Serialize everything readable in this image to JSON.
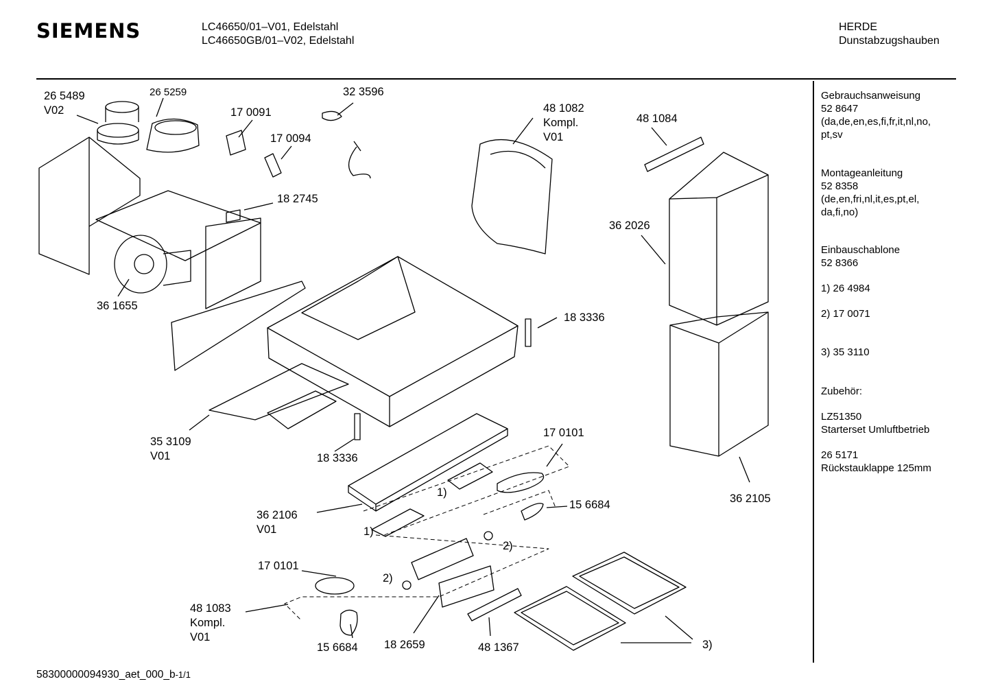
{
  "header": {
    "brand": "SIEMENS",
    "models": [
      "LC46650/01–V01, Edelstahl",
      "LC46650GB/01–V02,  Edelstahl"
    ],
    "category": [
      "HERDE",
      "Dunstabzugshauben"
    ]
  },
  "parts": [
    {
      "lines": [
        "26 5489",
        "V02"
      ]
    },
    {
      "lines": [
        "26 5259"
      ]
    },
    {
      "lines": [
        "32 3596"
      ]
    },
    {
      "lines": [
        "17 0091"
      ]
    },
    {
      "lines": [
        "17 0094"
      ]
    },
    {
      "lines": [
        "48 1082",
        "Kompl.",
        "V01"
      ]
    },
    {
      "lines": [
        "48 1084"
      ]
    },
    {
      "lines": [
        "18 2745"
      ]
    },
    {
      "lines": [
        "36 2026"
      ]
    },
    {
      "lines": [
        "36 1655"
      ]
    },
    {
      "lines": [
        "18 3336"
      ]
    },
    {
      "lines": [
        "35 3109",
        "V01"
      ]
    },
    {
      "lines": [
        "18 3336"
      ]
    },
    {
      "lines": [
        "17 0101"
      ]
    },
    {
      "lines": [
        "1)"
      ]
    },
    {
      "lines": [
        "36 2106",
        "V01"
      ]
    },
    {
      "lines": [
        "15 6684"
      ]
    },
    {
      "lines": [
        "36 2105"
      ]
    },
    {
      "lines": [
        "1)"
      ]
    },
    {
      "lines": [
        "2)"
      ]
    },
    {
      "lines": [
        "17 0101"
      ]
    },
    {
      "lines": [
        "2)"
      ]
    },
    {
      "lines": [
        "48 1083",
        "Kompl.",
        "V01"
      ]
    },
    {
      "lines": [
        "15 6684"
      ]
    },
    {
      "lines": [
        "18 2659"
      ]
    },
    {
      "lines": [
        "48 1367"
      ]
    },
    {
      "lines": [
        "3)"
      ]
    }
  ],
  "sidebar": [
    {
      "lines": [
        "Gebrauchsanweisung",
        "52 8647",
        "(da,de,en,es,fi,fr,it,nl,no,",
        "pt,sv"
      ]
    },
    {
      "lines": [
        "Montageanleitung",
        "52 8358",
        "(de,en,fri,nl,it,es,pt,el,",
        "da,fi,no)"
      ]
    },
    {
      "lines": [
        "Einbauschablone",
        "52 8366"
      ]
    },
    {
      "lines": [
        "1)  26 4984"
      ]
    },
    {
      "lines": [
        "2)  17 0071"
      ]
    },
    {
      "lines": [
        "3)  35 3110"
      ]
    },
    {
      "lines": [
        "Zubehör:"
      ]
    },
    {
      "lines": [
        "LZ51350",
        "Starterset  Umluftbetrieb"
      ]
    },
    {
      "lines": [
        "26 5171",
        "Rückstauklappe 125mm"
      ]
    }
  ],
  "footer": {
    "doc_id": "58300000094930_aet_000_b",
    "page": "-1/1"
  }
}
